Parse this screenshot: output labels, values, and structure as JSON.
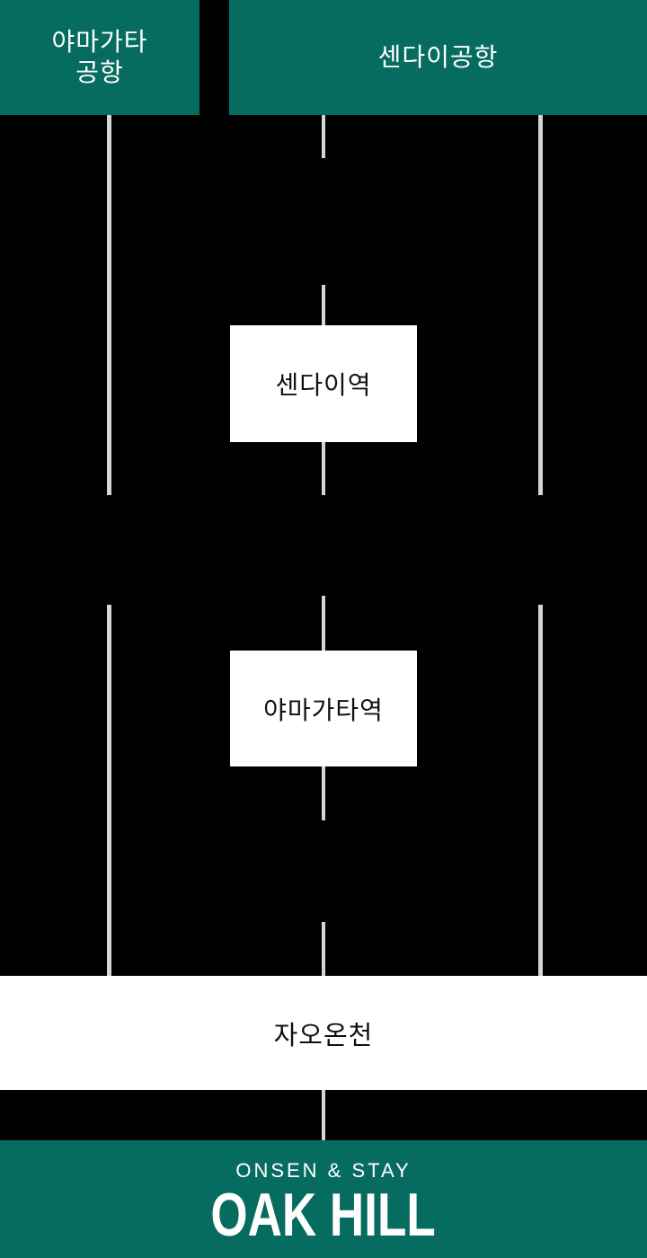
{
  "colors": {
    "accent_teal": "#076C60",
    "line_gray": "#D5D5D5",
    "box_white": "#FFFFFF",
    "background": "#000000"
  },
  "nodes": {
    "yamagata_airport": {
      "label": "야마가타\n공항"
    },
    "sendai_airport": {
      "label": "센다이공항"
    },
    "sendai_station": {
      "label": "센다이역"
    },
    "yamagata_station": {
      "label": "야마가타역"
    },
    "zao_onsen": {
      "label": "자오온천"
    }
  },
  "footer": {
    "tagline": "ONSEN & STAY",
    "brand": "OAK HILL"
  }
}
